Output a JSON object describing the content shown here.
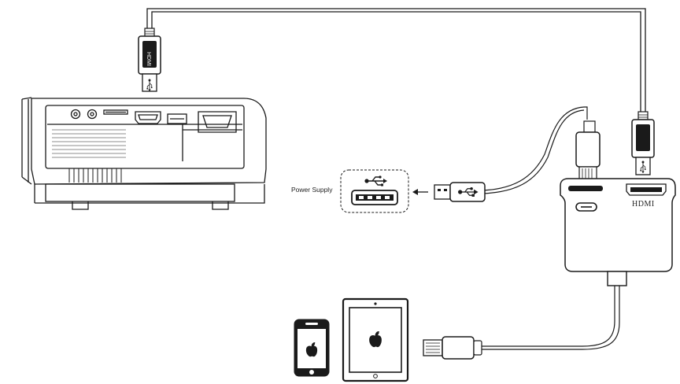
{
  "labels": {
    "power_supply": "Power Supply",
    "hdmi_port": "HDMI"
  },
  "plug_text": {
    "hdmi_plug": "HDMI"
  },
  "icons": {
    "usb_symbol": "usb-icon",
    "apple_logo": "apple-icon"
  },
  "colors": {
    "line": "#1a1a1a",
    "background": "#ffffff"
  }
}
